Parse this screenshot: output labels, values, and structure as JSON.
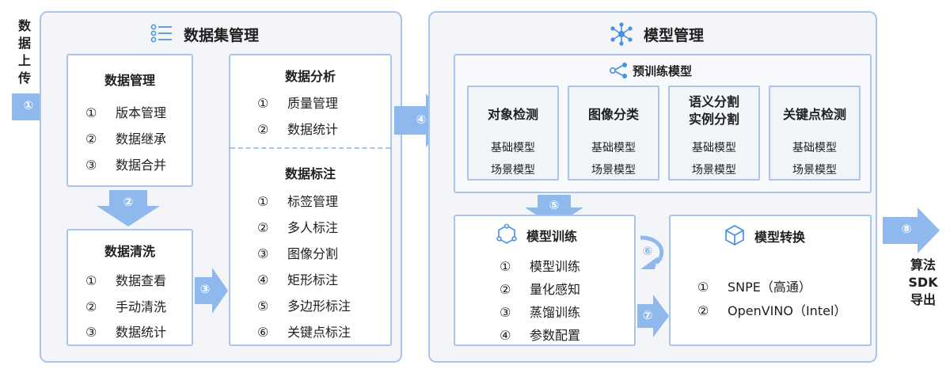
{
  "upload_label": "数据上传",
  "export_label": [
    "算法",
    "SDK",
    "导出"
  ],
  "colors": {
    "accent": "#4a90e2",
    "arrow": "#8fb8ec",
    "border": "#a9c6ea"
  },
  "step_numbers": [
    "①",
    "②",
    "③",
    "④",
    "⑤",
    "⑥",
    "⑦",
    "⑧"
  ],
  "dataset": {
    "title": "数据集管理",
    "icon": "list-icon",
    "data_manage": {
      "title": "数据管理",
      "items": [
        {
          "num": "①",
          "label": "版本管理"
        },
        {
          "num": "②",
          "label": "数据继承"
        },
        {
          "num": "③",
          "label": "数据合并"
        }
      ]
    },
    "data_clean": {
      "title": "数据清洗",
      "items": [
        {
          "num": "①",
          "label": "数据查看"
        },
        {
          "num": "②",
          "label": "手动清洗"
        },
        {
          "num": "③",
          "label": "数据统计"
        }
      ]
    },
    "data_analysis": {
      "title": "数据分析",
      "items": [
        {
          "num": "①",
          "label": "质量管理"
        },
        {
          "num": "②",
          "label": "数据统计"
        }
      ]
    },
    "data_label": {
      "title": "数据标注",
      "items": [
        {
          "num": "①",
          "label": "标签管理"
        },
        {
          "num": "②",
          "label": "多人标注"
        },
        {
          "num": "③",
          "label": "图像分割"
        },
        {
          "num": "④",
          "label": "矩形标注"
        },
        {
          "num": "⑤",
          "label": "多边形标注"
        },
        {
          "num": "⑥",
          "label": "关键点标注"
        }
      ]
    }
  },
  "model": {
    "title": "模型管理",
    "icon": "network-icon",
    "pretrained": {
      "title": "预训练模型",
      "icon": "share-icon",
      "cards": [
        {
          "title": "对象检测",
          "subs": [
            "基础模型",
            "场景模型"
          ]
        },
        {
          "title": "图像分类",
          "subs": [
            "基础模型",
            "场景模型"
          ]
        },
        {
          "title": "语义分割\n实例分割",
          "subs": [
            "基础模型",
            "场景模型"
          ]
        },
        {
          "title": "关键点检测",
          "subs": [
            "基础模型",
            "场景模型"
          ]
        }
      ]
    },
    "training": {
      "title": "模型训练",
      "icon": "hexagon-nodes-icon",
      "items": [
        {
          "num": "①",
          "label": "模型训练"
        },
        {
          "num": "②",
          "label": "量化感知"
        },
        {
          "num": "③",
          "label": "蒸馏训练"
        },
        {
          "num": "④",
          "label": "参数配置"
        }
      ]
    },
    "conversion": {
      "title": "模型转换",
      "icon": "cube-icon",
      "items": [
        {
          "num": "①",
          "label": "SNPE（高通）"
        },
        {
          "num": "②",
          "label": "OpenVINO（Intel）"
        }
      ]
    }
  }
}
